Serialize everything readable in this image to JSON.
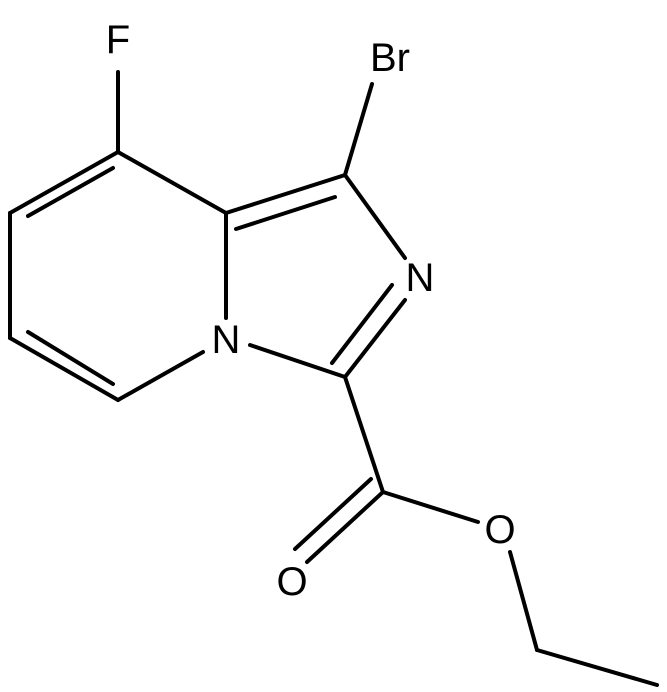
{
  "atoms": {
    "fluorine": "F",
    "bromine": "Br",
    "imidazole_nitrogen": "N",
    "bridgehead_nitrogen": "N",
    "carbonyl_oxygen": "O",
    "ester_oxygen": "O"
  },
  "colors": {
    "bond": "#000000",
    "label": "#000000",
    "background": "#ffffff"
  }
}
